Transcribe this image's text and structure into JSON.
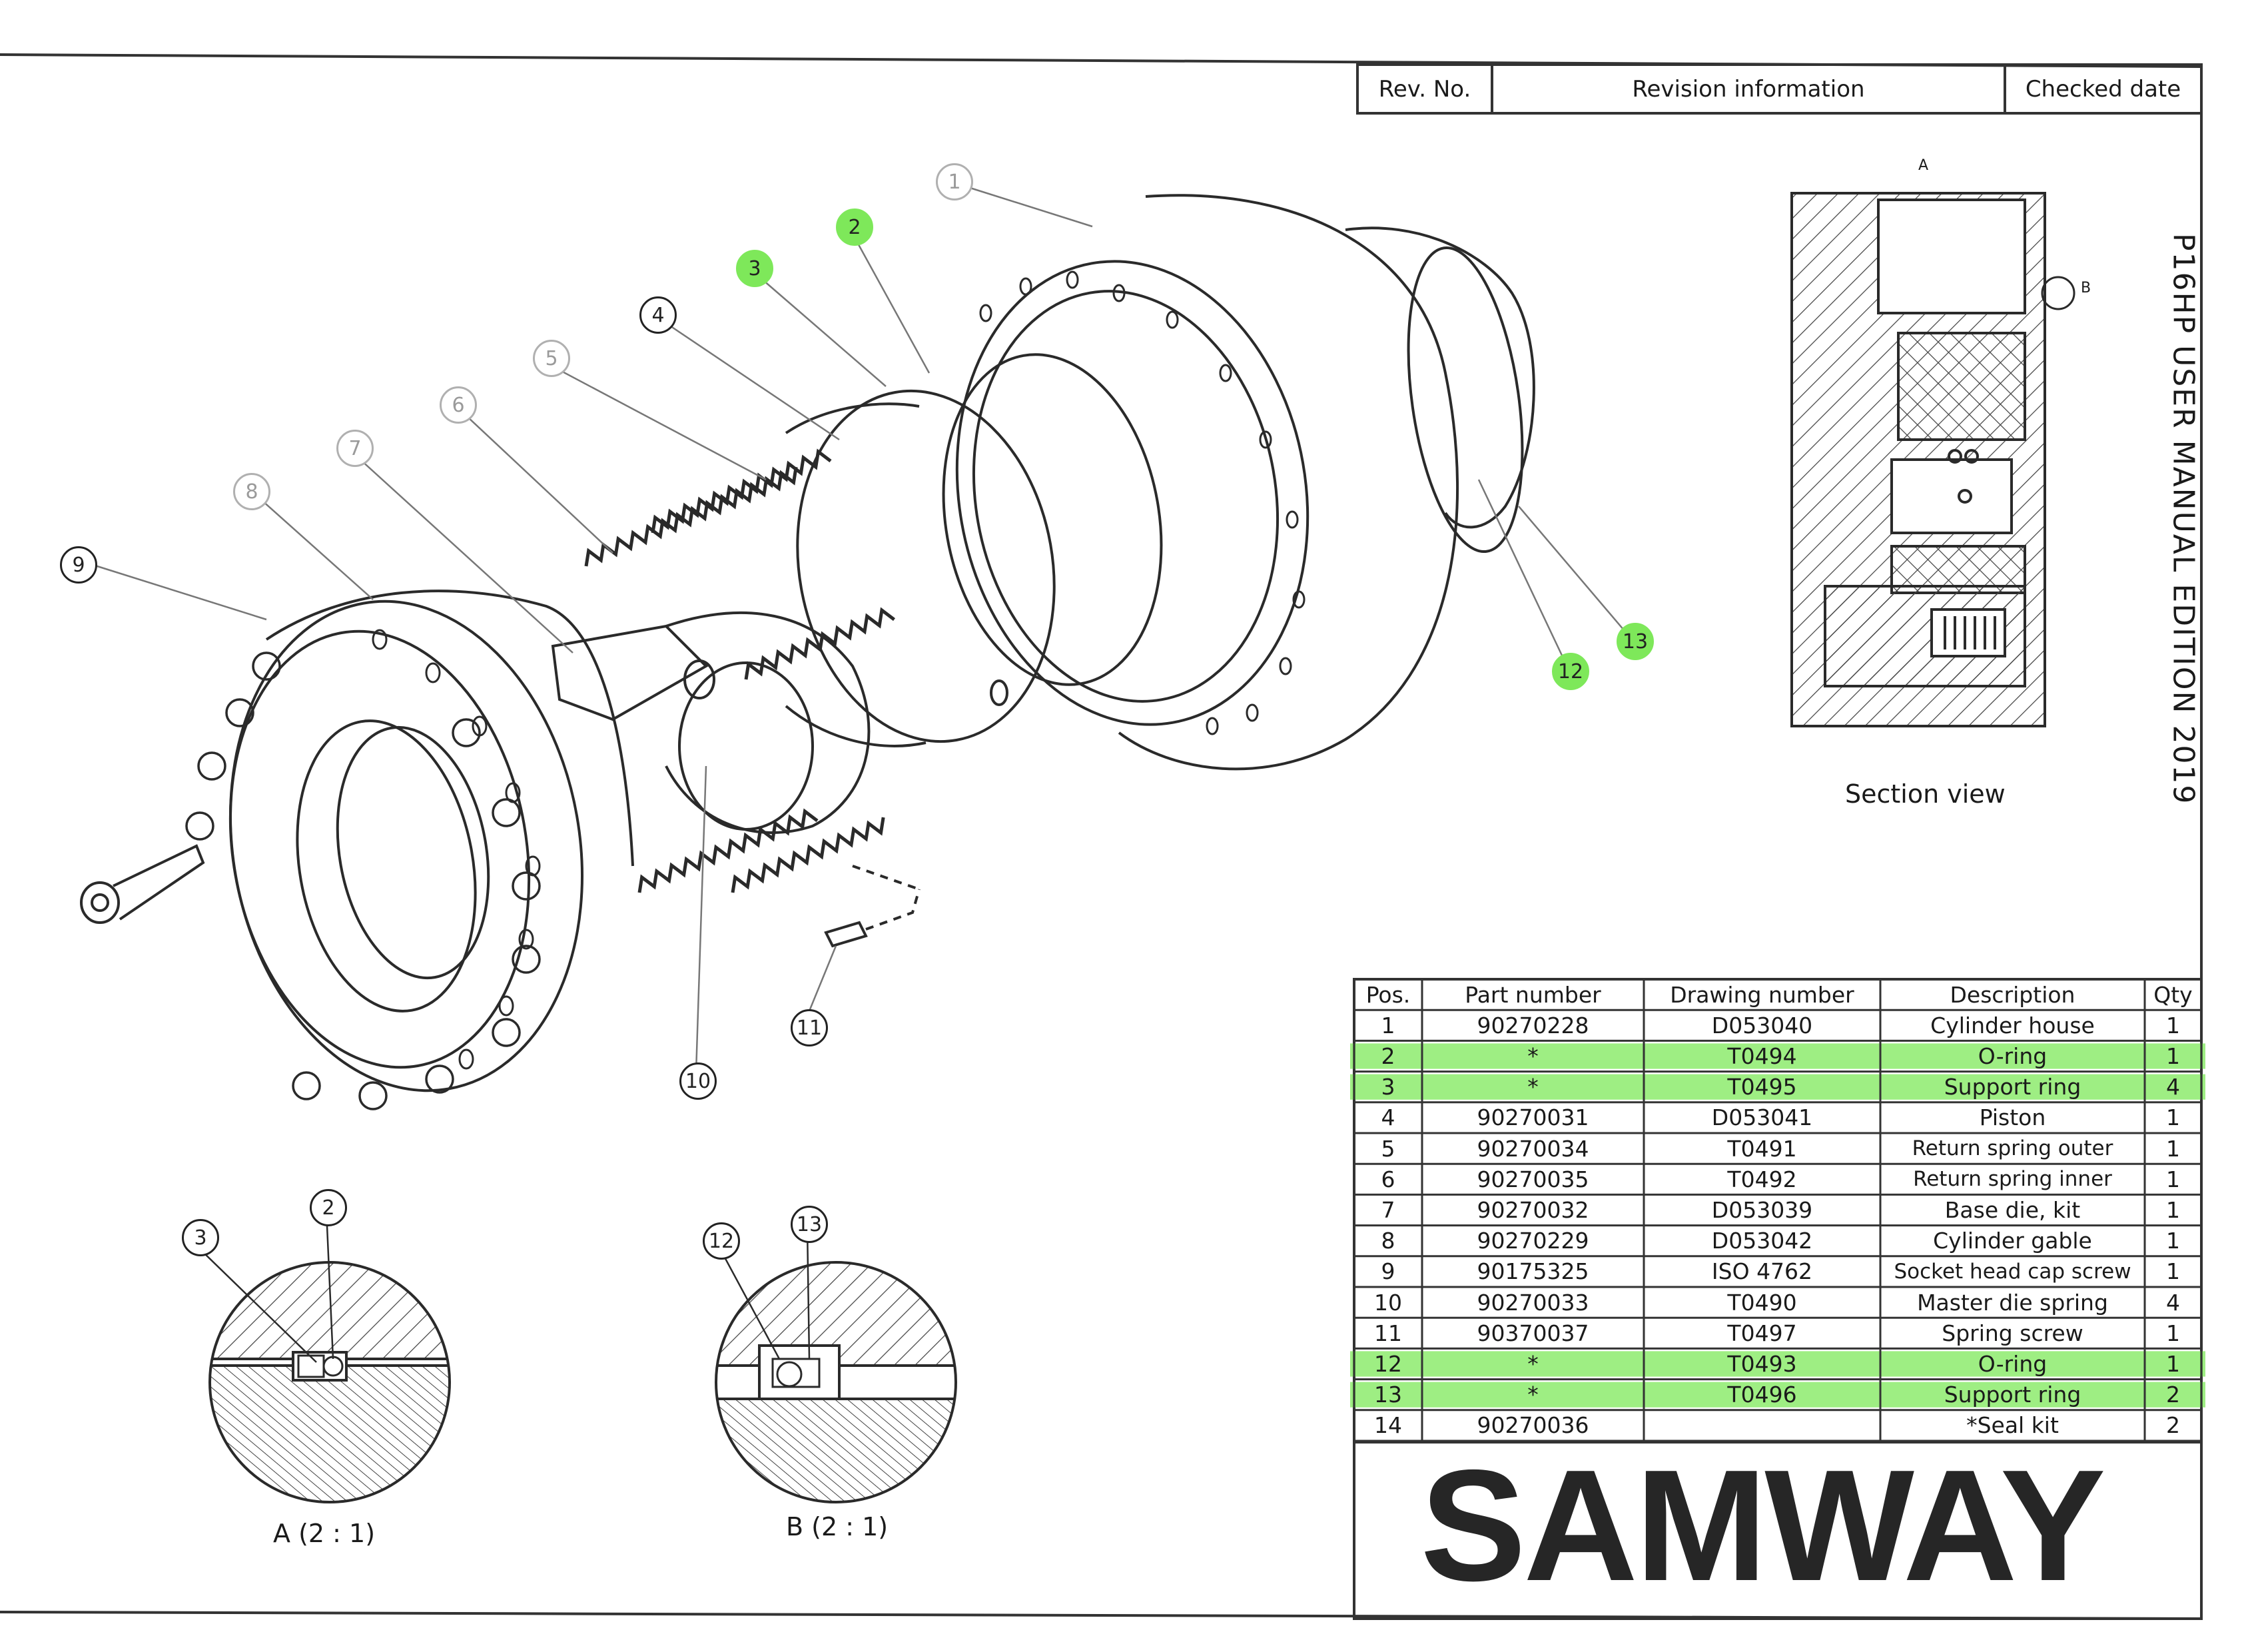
{
  "revision_block": {
    "rev_no_label": "Rev. No.",
    "revision_info_label": "Revision information",
    "checked_date_label": "Checked date"
  },
  "title_vertical": "P16HP USER MANUAL EDITION  2019",
  "section_view_label": "Section view",
  "detail_a_label": "A (2 : 1)",
  "detail_b_label": "B (2 : 1)",
  "section_markers": {
    "a": "A",
    "b": "B"
  },
  "brand": "SAMWAY",
  "highlight_color": "#7ee85a",
  "callouts": {
    "main": [
      "1",
      "2",
      "3",
      "4",
      "5",
      "6",
      "7",
      "8",
      "9",
      "10",
      "11",
      "12",
      "13"
    ],
    "detail_a": [
      "3",
      "2"
    ],
    "detail_b": [
      "12",
      "13"
    ]
  },
  "parts_table": {
    "columns": [
      "Pos.",
      "Part number",
      "Drawing number",
      "Description",
      "Qty"
    ],
    "rows": [
      {
        "pos": "1",
        "part": "90270228",
        "drawing": "D053040",
        "desc": "Cylinder house",
        "qty": "1",
        "highlight": false
      },
      {
        "pos": "2",
        "part": "*",
        "drawing": "T0494",
        "desc": "O-ring",
        "qty": "1",
        "highlight": true
      },
      {
        "pos": "3",
        "part": "*",
        "drawing": "T0495",
        "desc": "Support ring",
        "qty": "4",
        "highlight": true
      },
      {
        "pos": "4",
        "part": "90270031",
        "drawing": "D053041",
        "desc": "Piston",
        "qty": "1",
        "highlight": false
      },
      {
        "pos": "5",
        "part": "90270034",
        "drawing": "T0491",
        "desc": "Return spring outer",
        "qty": "1",
        "highlight": false
      },
      {
        "pos": "6",
        "part": "90270035",
        "drawing": "T0492",
        "desc": "Return spring inner",
        "qty": "1",
        "highlight": false
      },
      {
        "pos": "7",
        "part": "90270032",
        "drawing": "D053039",
        "desc": "Base die, kit",
        "qty": "1",
        "highlight": false
      },
      {
        "pos": "8",
        "part": "90270229",
        "drawing": "D053042",
        "desc": "Cylinder gable",
        "qty": "1",
        "highlight": false
      },
      {
        "pos": "9",
        "part": "90175325",
        "drawing": "ISO 4762",
        "desc": "Socket head cap screw",
        "qty": "1",
        "highlight": false
      },
      {
        "pos": "10",
        "part": "90270033",
        "drawing": "T0490",
        "desc": "Master die spring",
        "qty": "4",
        "highlight": false
      },
      {
        "pos": "11",
        "part": "90370037",
        "drawing": "T0497",
        "desc": "Spring screw",
        "qty": "1",
        "highlight": false
      },
      {
        "pos": "12",
        "part": "*",
        "drawing": "T0493",
        "desc": "O-ring",
        "qty": "1",
        "highlight": true
      },
      {
        "pos": "13",
        "part": "*",
        "drawing": "T0496",
        "desc": "Support ring",
        "qty": "2",
        "highlight": true
      },
      {
        "pos": "14",
        "part": "90270036",
        "drawing": "",
        "desc": "*Seal kit",
        "qty": "2",
        "highlight": false
      }
    ]
  }
}
